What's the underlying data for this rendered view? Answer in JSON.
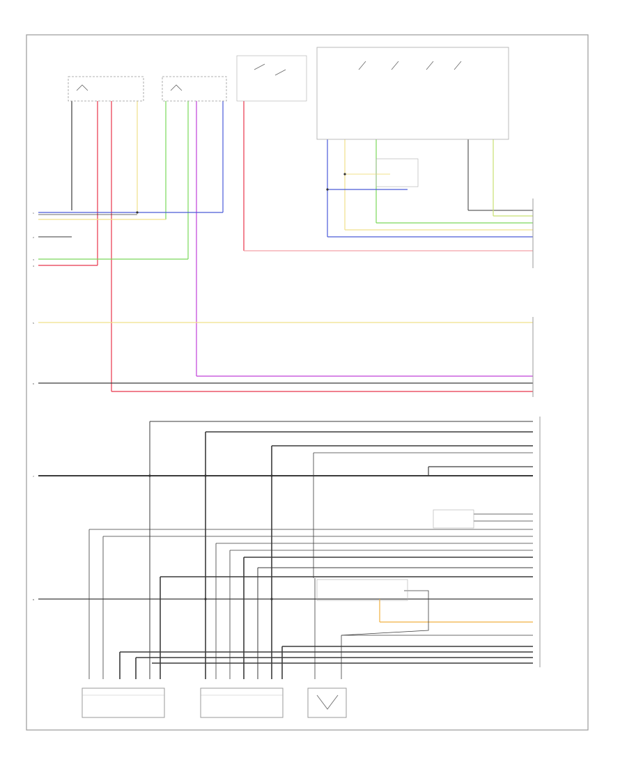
{
  "diagram": {
    "page_marker": "",
    "colors": {
      "black": "#3a3a3a",
      "gray": "#8a8a8a",
      "red": "#e8344a",
      "pink": "#f4a0a8",
      "green": "#7ad85a",
      "yellow": "#f0e08a",
      "blue": "#4a5ad8",
      "violet": "#c040d8",
      "white": "#d8d8d8",
      "orange": "#f0b040"
    },
    "left_connector_pins": [
      "1",
      "2",
      "3",
      "4",
      "5",
      "6",
      "7",
      "8"
    ],
    "components": {
      "driver_recline_motor": "",
      "rear_lift_motor": "",
      "seat_switch": "",
      "seat_adj_switch": "",
      "passenger_module": "",
      "seat_control_module": "",
      "passenger_seat_module": "",
      "illum_lamp": "",
      "lumbar_switch": "",
      "cyl_sensor_1": "",
      "cyl_sensor_2": "",
      "ratio_sensor": ""
    }
  }
}
